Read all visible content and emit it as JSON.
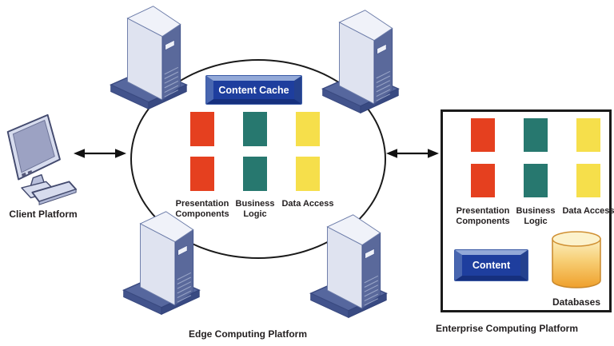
{
  "client": {
    "label": "Client Platform"
  },
  "edge": {
    "platform_label": "Edge Computing Platform",
    "cache_button_label": "Content Cache",
    "components": [
      {
        "label": "Presentation Components",
        "color": "#E5401F"
      },
      {
        "label": "Business Logic",
        "color": "#27786F"
      },
      {
        "label": "Data Access",
        "color": "#F6DF4B"
      }
    ]
  },
  "enterprise": {
    "platform_label": "Enterprise Computing Platform",
    "content_button_label": "Content",
    "database_label": "Databases",
    "components": [
      {
        "label": "Presentation Components",
        "color": "#E5401F"
      },
      {
        "label": "Business Logic",
        "color": "#27786F"
      },
      {
        "label": "Data Access",
        "color": "#F6DF4B"
      }
    ]
  },
  "colors": {
    "red": "#E5401F",
    "teal": "#27786F",
    "yellow": "#F6DF4B",
    "button-face": "#1E3E9E",
    "button-frame": "#3A5AA6",
    "bevel-top": "#93A9D8",
    "bevel-left": "#4866B0",
    "bevel-right": "#24418E",
    "bevel-bottom": "#16307E",
    "outline": "#1A1A1A",
    "text": "#231F20",
    "server-body": "#DFE3F0",
    "server-panel": "#5A699B",
    "server-base": "#4D5E96",
    "db-top": "#FCF2CC",
    "db-orange": "#EFA02C"
  }
}
